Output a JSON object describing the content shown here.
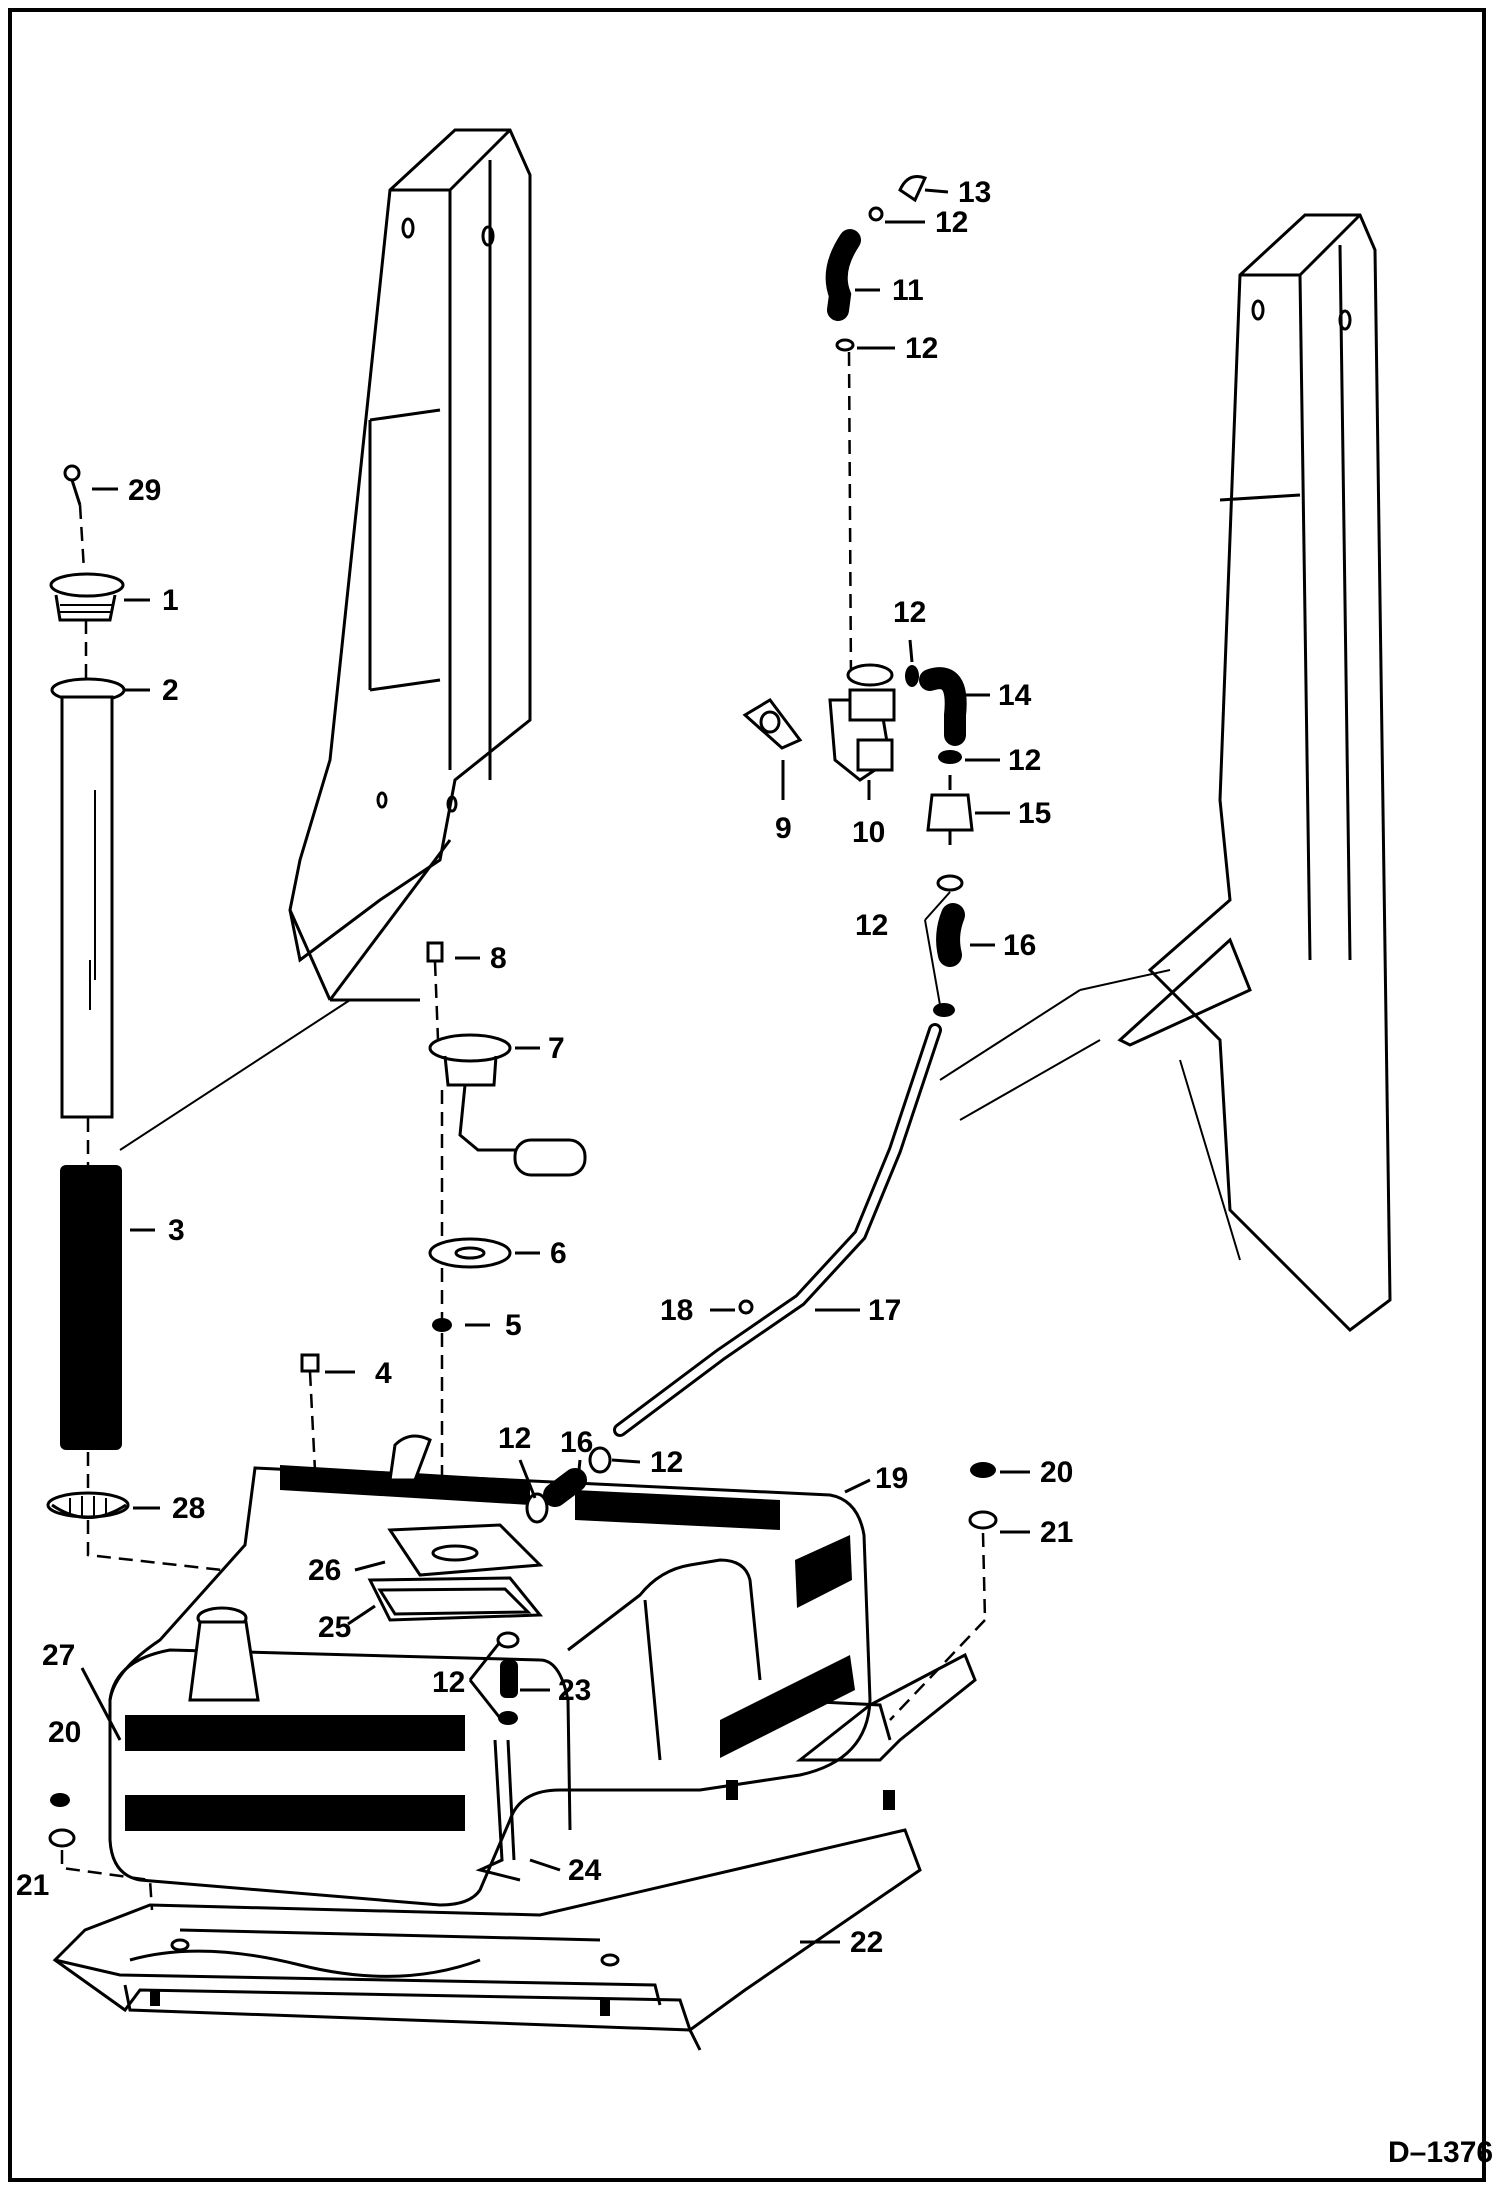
{
  "drawing_code": "D–1376",
  "callouts": [
    {
      "id": "c29",
      "text": "29"
    },
    {
      "id": "c1",
      "text": "1"
    },
    {
      "id": "c2",
      "text": "2"
    },
    {
      "id": "c3",
      "text": "3"
    },
    {
      "id": "c28",
      "text": "28"
    },
    {
      "id": "c27",
      "text": "27"
    },
    {
      "id": "c20a",
      "text": "20"
    },
    {
      "id": "c21a",
      "text": "21"
    },
    {
      "id": "c8",
      "text": "8"
    },
    {
      "id": "c7",
      "text": "7"
    },
    {
      "id": "c6",
      "text": "6"
    },
    {
      "id": "c5",
      "text": "5"
    },
    {
      "id": "c4",
      "text": "4"
    },
    {
      "id": "c26",
      "text": "26"
    },
    {
      "id": "c25",
      "text": "25"
    },
    {
      "id": "c12a",
      "text": "12"
    },
    {
      "id": "c16a",
      "text": "16"
    },
    {
      "id": "c12b",
      "text": "12"
    },
    {
      "id": "c12c",
      "text": "12"
    },
    {
      "id": "c23",
      "text": "23"
    },
    {
      "id": "c24",
      "text": "24"
    },
    {
      "id": "c22",
      "text": "22"
    },
    {
      "id": "c19",
      "text": "19"
    },
    {
      "id": "c20b",
      "text": "20"
    },
    {
      "id": "c21b",
      "text": "21"
    },
    {
      "id": "c18",
      "text": "18"
    },
    {
      "id": "c17",
      "text": "17"
    },
    {
      "id": "c13",
      "text": "13"
    },
    {
      "id": "c12d",
      "text": "12"
    },
    {
      "id": "c11",
      "text": "11"
    },
    {
      "id": "c12e",
      "text": "12"
    },
    {
      "id": "c12f",
      "text": "12"
    },
    {
      "id": "c14",
      "text": "14"
    },
    {
      "id": "c12g",
      "text": "12"
    },
    {
      "id": "c9",
      "text": "9"
    },
    {
      "id": "c10",
      "text": "10"
    },
    {
      "id": "c15",
      "text": "15"
    },
    {
      "id": "c12h",
      "text": "12"
    },
    {
      "id": "c16b",
      "text": "16"
    }
  ]
}
